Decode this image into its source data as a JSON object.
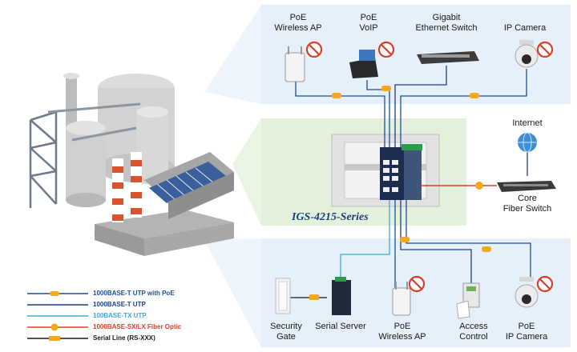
{
  "product": {
    "series_label": "IGS-4215-Series"
  },
  "devices": {
    "top_ap": [
      "PoE",
      "Wireless AP"
    ],
    "top_voip": [
      "PoE",
      "VoIP"
    ],
    "top_switch": [
      "Gigabit",
      "Ethernet Switch"
    ],
    "top_camera": [
      "IP Camera"
    ],
    "internet": [
      "Internet"
    ],
    "core_switch": [
      "Core",
      "Fiber Switch"
    ],
    "security_gate": [
      "Security",
      "Gate"
    ],
    "serial_server": [
      "Serial Server"
    ],
    "bottom_ap": [
      "PoE",
      "Wireless AP"
    ],
    "access_control": [
      "Access",
      "Control"
    ],
    "bottom_camera": [
      "PoE",
      "IP Camera"
    ]
  },
  "legend": [
    {
      "label": "1000BASE-T UTP with PoE",
      "color": "#1b4f9c",
      "badge": "PoE"
    },
    {
      "label": "1000BASE-T UTP",
      "color": "#1b3f8a",
      "badge": ""
    },
    {
      "label": "100BASE-TX UTP",
      "color": "#3fa9d9",
      "badge": ""
    },
    {
      "label": "1000BASE-SX/LX Fiber Optic",
      "color": "#d6402a",
      "badge": "Fiber"
    },
    {
      "label": "Serial Line (RS-XXX)",
      "color": "#1a1a1a",
      "badge": "Serial"
    }
  ],
  "colors": {
    "panel_bg": "#e6f0fa",
    "center_bg": "#e3f1dc",
    "poe_badge": "#f5a81c",
    "fiber_line": "#d6402a",
    "utp_line": "#1b3f8a",
    "tx_line": "#3fa9d9"
  },
  "icons": [
    "no-power-plug-icon",
    "globe-icon"
  ]
}
